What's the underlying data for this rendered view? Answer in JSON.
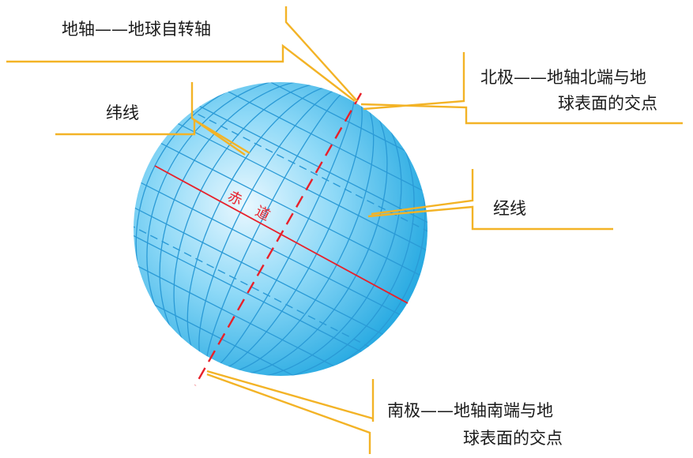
{
  "labels": {
    "axis": "地轴——地球自转轴",
    "north_pole_line1": "北极——地轴北端与地",
    "north_pole_line2": "球表面的交点",
    "latitude": "纬线",
    "longitude": "经线",
    "equator_char1": "赤",
    "equator_char2": "道",
    "south_pole_line1": "南极——地轴南端与地",
    "south_pole_line2": "球表面的交点"
  },
  "colors": {
    "globe_center": "#eaf8ff",
    "globe_mid": "#7fd3f5",
    "globe_edge": "#1ba4df",
    "grid_lines": "#2a9ad6",
    "leader_lines": "#f3b326",
    "axis_and_equator": "#e8202a"
  }
}
